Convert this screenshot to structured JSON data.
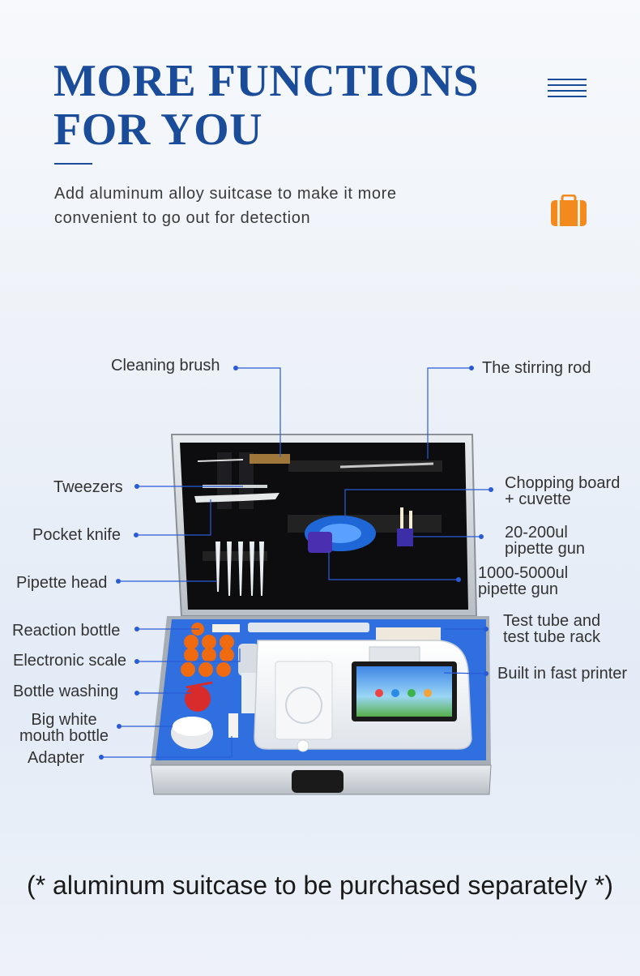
{
  "header": {
    "title_line1": "MORE FUNCTIONS",
    "title_line2": "FOR YOU",
    "subtitle": "Add aluminum alloy suitcase to make it more convenient to go out for detection"
  },
  "colors": {
    "accent": "#1a4c9a",
    "leader": "#2a5bd7",
    "case_interior": "#2f6fe0",
    "orange": "#f28a1e"
  },
  "icons": [
    "menu-icon",
    "suitcase-icon"
  ],
  "product_image": {
    "labels": [
      {
        "id": "cleaning-brush",
        "text": "Cleaning brush"
      },
      {
        "id": "stirring-rod",
        "text": "The stirring rod"
      },
      {
        "id": "tweezers",
        "text": "Tweezers"
      },
      {
        "id": "chopping-board",
        "text": "Chopping board\n+ cuvette"
      },
      {
        "id": "pocket-knife",
        "text": "Pocket knife"
      },
      {
        "id": "pipette-gun-small",
        "text": "20-200ul\npipette gun"
      },
      {
        "id": "pipette-gun-large",
        "text": "1000-5000ul\npipette gun"
      },
      {
        "id": "pipette-head",
        "text": "Pipette head"
      },
      {
        "id": "test-tube",
        "text": "Test tube and\ntest tube rack"
      },
      {
        "id": "reaction-bottle",
        "text": "Reaction bottle"
      },
      {
        "id": "electronic-scale",
        "text": "Electronic scale"
      },
      {
        "id": "fast-printer",
        "text": "Built in fast printer"
      },
      {
        "id": "bottle-washing",
        "text": "Bottle washing"
      },
      {
        "id": "big-white-bottle",
        "text": "Big white\nmouth bottle"
      },
      {
        "id": "adapter",
        "text": "Adapter"
      }
    ]
  },
  "footer": {
    "note": "(* aluminum suitcase to be purchased separately *)"
  }
}
